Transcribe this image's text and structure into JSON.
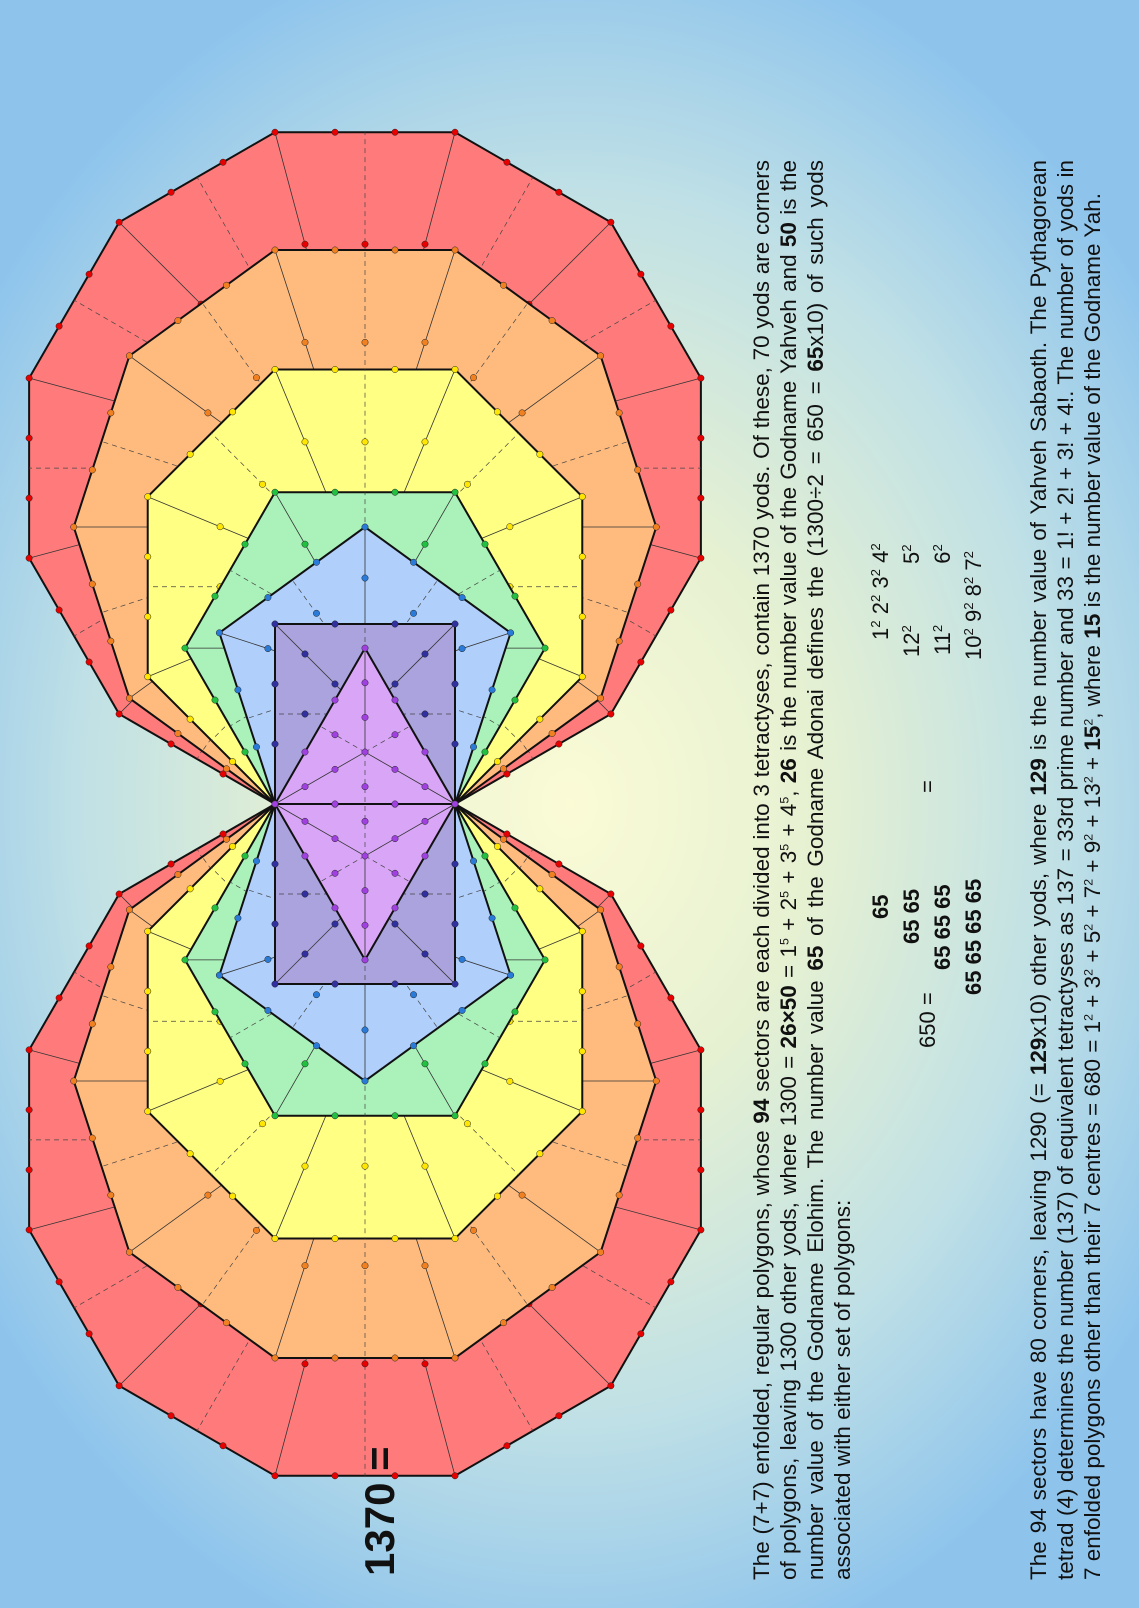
{
  "total": {
    "value": "1370",
    "sign": "="
  },
  "colors": {
    "outer": "#ff7b7b",
    "ring2": "#ffbb7e",
    "ring3": "#ffff83",
    "ring4": "#aaf2b9",
    "ring5": "#b0cffb",
    "ring6": "#aaa3dd",
    "inner": "#d9a6f7",
    "yod": [
      "#e60000",
      "#f08020",
      "#ffe600",
      "#22c040",
      "#2a7ad8",
      "#3030a0",
      "#a040e0"
    ]
  },
  "polygons": [
    "dodecagon",
    "decagon",
    "octagon",
    "hexagon",
    "pentagon",
    "square",
    "triangle"
  ],
  "para1": {
    "t1": "The (7+7) enfolded, regular polygons, whose ",
    "b1": "94",
    "t2": " sectors are each divided into 3 tetractyses, contain 1370 yods. Of these, 70 yods are corners of polygons, leaving 1300 other yods, where 1300 = ",
    "b2": "26×50",
    "t3": " = 1",
    "p1": "5",
    "t4": " + 2",
    "p2": "5",
    "t5": " + 3",
    "p3": "5",
    "t6": " + 4",
    "p4": "5",
    "t7": ", ",
    "b3": "26",
    "t8": " is the number value of the Godname Yahveh and ",
    "b4": "50",
    "t9": " is the number value of the Godname Elohim. The number value ",
    "b5": "65",
    "t10": " of the Godname Adonai defines the (1300÷2 = 650 = ",
    "b6": "65",
    "t11": "x10) of such yods associated with either set of polygons:"
  },
  "equation": {
    "lhs": "650 =",
    "row1": "65",
    "row2": "65 65",
    "row3": "65 65 65",
    "row4": "65 65 65 65",
    "eq": "=",
    "squares": {
      "r1": [
        "1",
        "2",
        "2",
        "2",
        "3",
        "2",
        "4",
        "2"
      ],
      "r2": [
        "12",
        "2",
        "5",
        "2"
      ],
      "r3": [
        "11",
        "2",
        "6",
        "2"
      ],
      "r4": [
        "10",
        "2",
        "9",
        "2",
        "8",
        "2",
        "7",
        "2"
      ]
    }
  },
  "para2": {
    "t1": "The 94 sectors have 80 corners, leaving 1290 (= ",
    "b1": "129",
    "t2": "x10) other yods, where ",
    "b2": "129",
    "t3": " is the number value of Yahveh Sabaoth. The Pythagorean tetrad (4) determines the number (137) of equivalent tetractyses as 137 = 33rd prime number and 33 = 1! + 2! + 3! + 4!. The number of yods in 7 enfolded polygons other than their 7 centres = 680 = 1",
    "p1": "2",
    "t4": " + 3",
    "p2": "2",
    "t5": " + 5",
    "p3": "2",
    "t6": " + 7",
    "p4": "2",
    "t7": " + 9",
    "p5": "2",
    "t8": " + 13",
    "p6": "2",
    "t9": " + ",
    "b3": "15",
    "p7": "2",
    "t10": ", where ",
    "b4": "15",
    "t11": " is the number value of the Godname Yah."
  }
}
